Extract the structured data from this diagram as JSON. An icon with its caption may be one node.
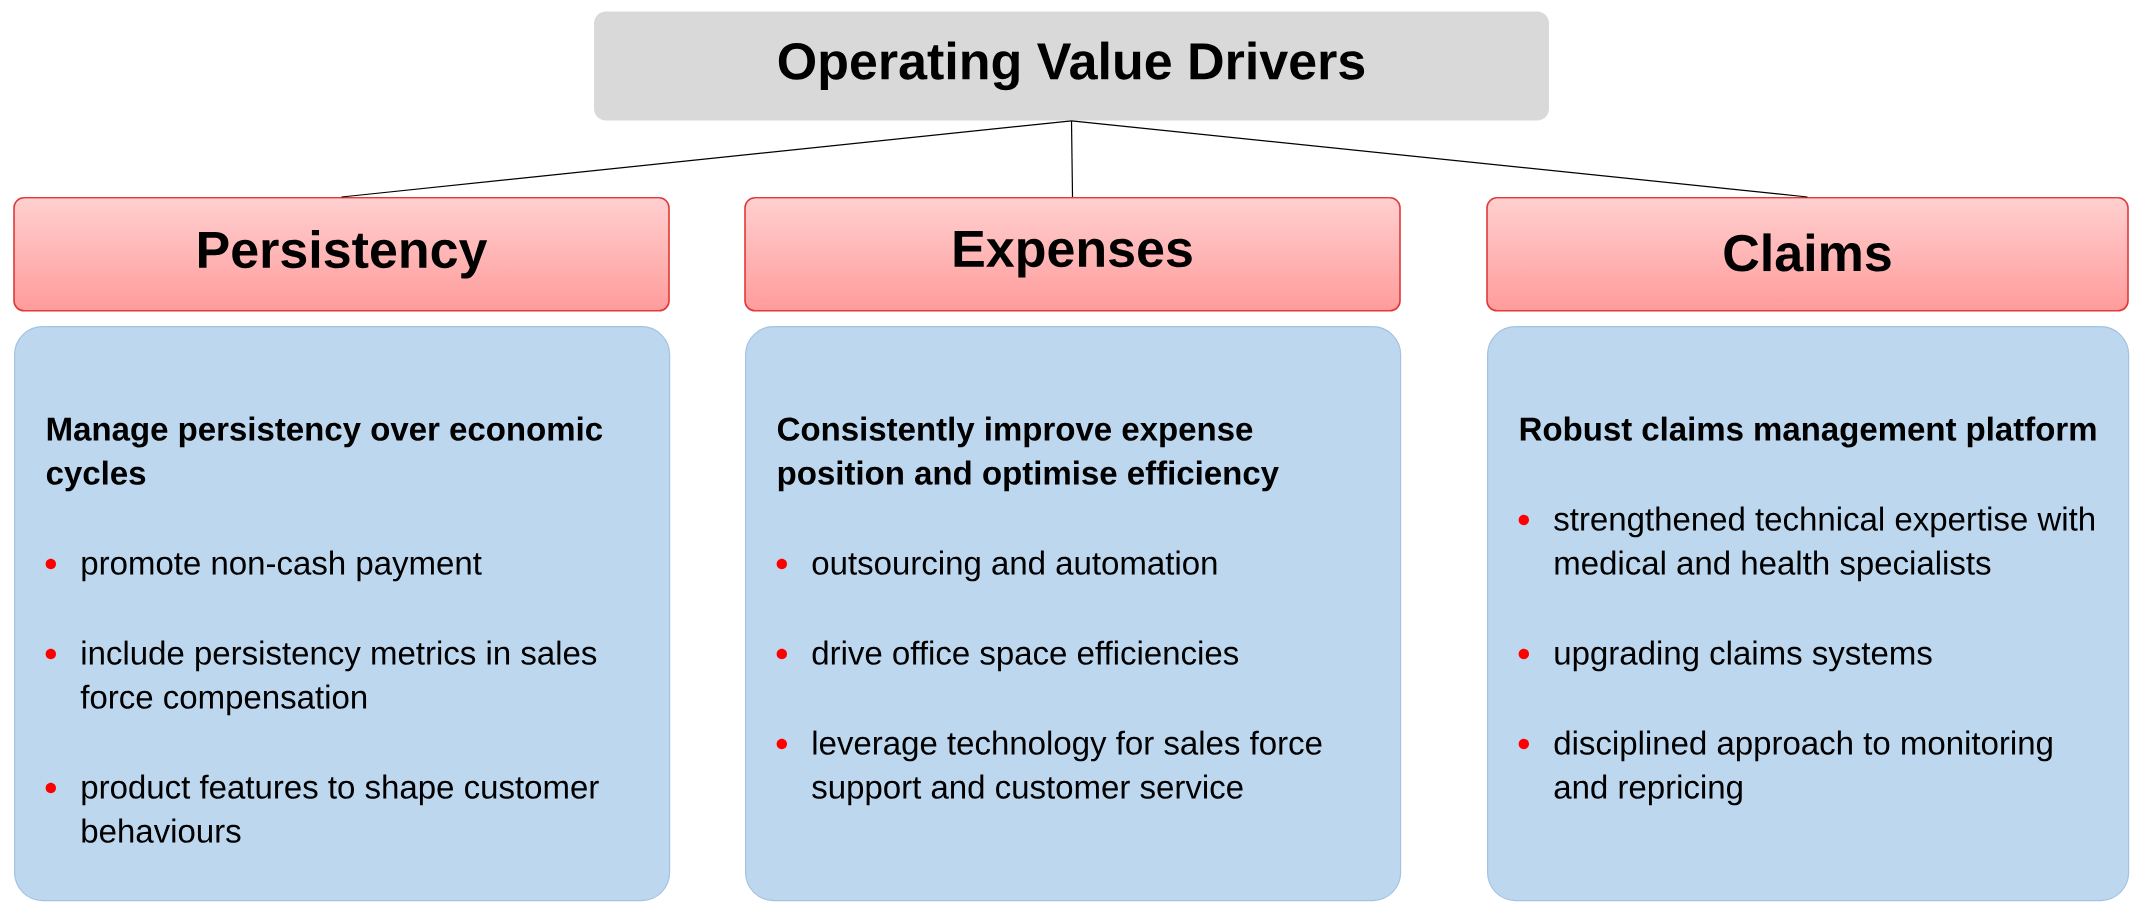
{
  "diagram": {
    "nodes": [
      {
        "text": [
          "Operating Value Drivers"
        ]
      },
      {
        "text": [
          "Persistency"
        ]
      },
      {
        "text": [
          "Expenses"
        ]
      },
      {
        "text": [
          "Claims"
        ]
      },
      {
        "text": [
          "Manage persistency over economic cycles",
          "promote non-cash payment",
          "include persistency metrics in sales force compensation",
          "product features to shape customer behaviours"
        ]
      },
      {
        "text": [
          "Consistently improve expense position and optimise efficiency",
          "outsourcing and automation",
          "drive office space efficiencies",
          "leverage technology for sales force support and customer service"
        ]
      },
      {
        "text": [
          "Robust claims management platform",
          "strengthened technical expertise with medical and health specialists",
          "upgrading claims systems",
          "disciplined approach to monitoring and repricing"
        ]
      }
    ],
    "edges": [
      {
        "from": 0,
        "to": 1,
        "arrow": "none"
      },
      {
        "from": 0,
        "to": 2,
        "arrow": "none"
      },
      {
        "from": 0,
        "to": 3,
        "arrow": "none"
      }
    ]
  }
}
